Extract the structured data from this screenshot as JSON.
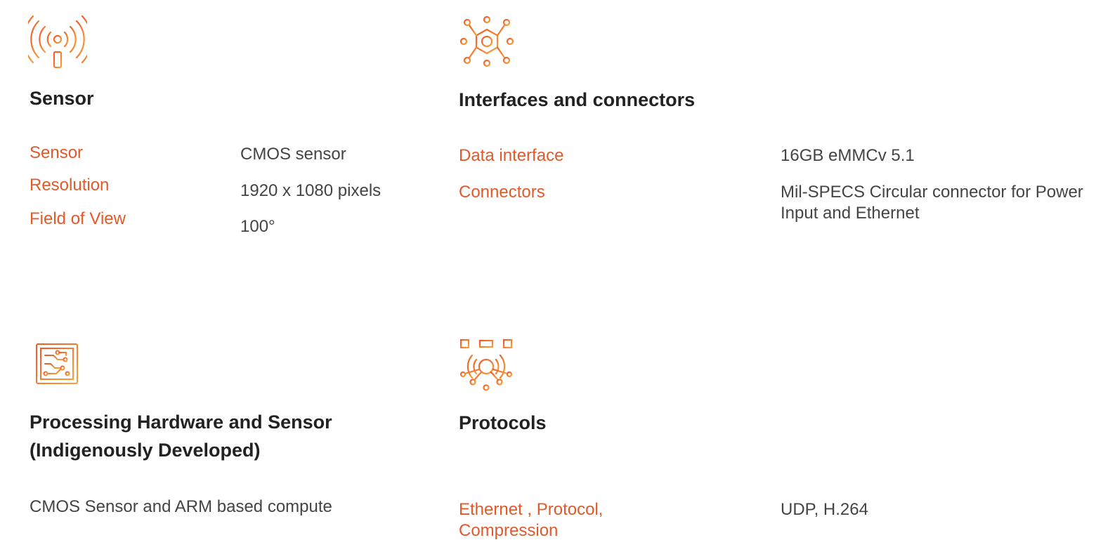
{
  "colors": {
    "accent": "#e2592a",
    "icon_gradient_start": "#f05a28",
    "icon_gradient_end": "#f7a13a",
    "title": "#222222",
    "text": "#444444"
  },
  "sensor_section": {
    "icon": "antenna-signal-icon",
    "title": "Sensor",
    "rows": [
      {
        "label": "Sensor",
        "value": "CMOS sensor"
      },
      {
        "label": "Resolution",
        "value": "1920 x 1080 pixels"
      },
      {
        "label": "Field of View",
        "value": "100°"
      }
    ]
  },
  "interfaces_section": {
    "icon": "network-hub-icon",
    "title": "Interfaces and connectors",
    "rows": [
      {
        "label": "Data interface",
        "value": "16GB eMMCv 5.1"
      },
      {
        "label": "Connectors",
        "value_line1": "Mil-SPECS Circular connector for Power",
        "value_line2": "Input and Ethernet"
      }
    ]
  },
  "processing_section": {
    "icon": "processor-chip-icon",
    "title_line1": "Processing Hardware and Sensor",
    "title_line2": "(Indigenously Developed)",
    "description": "CMOS Sensor and ARM based compute"
  },
  "protocols_section": {
    "icon": "protocol-network-icon",
    "title": "Protocols",
    "label_line1": "Ethernet , Protocol,",
    "label_line2": "Compression",
    "value": "UDP, H.264"
  }
}
